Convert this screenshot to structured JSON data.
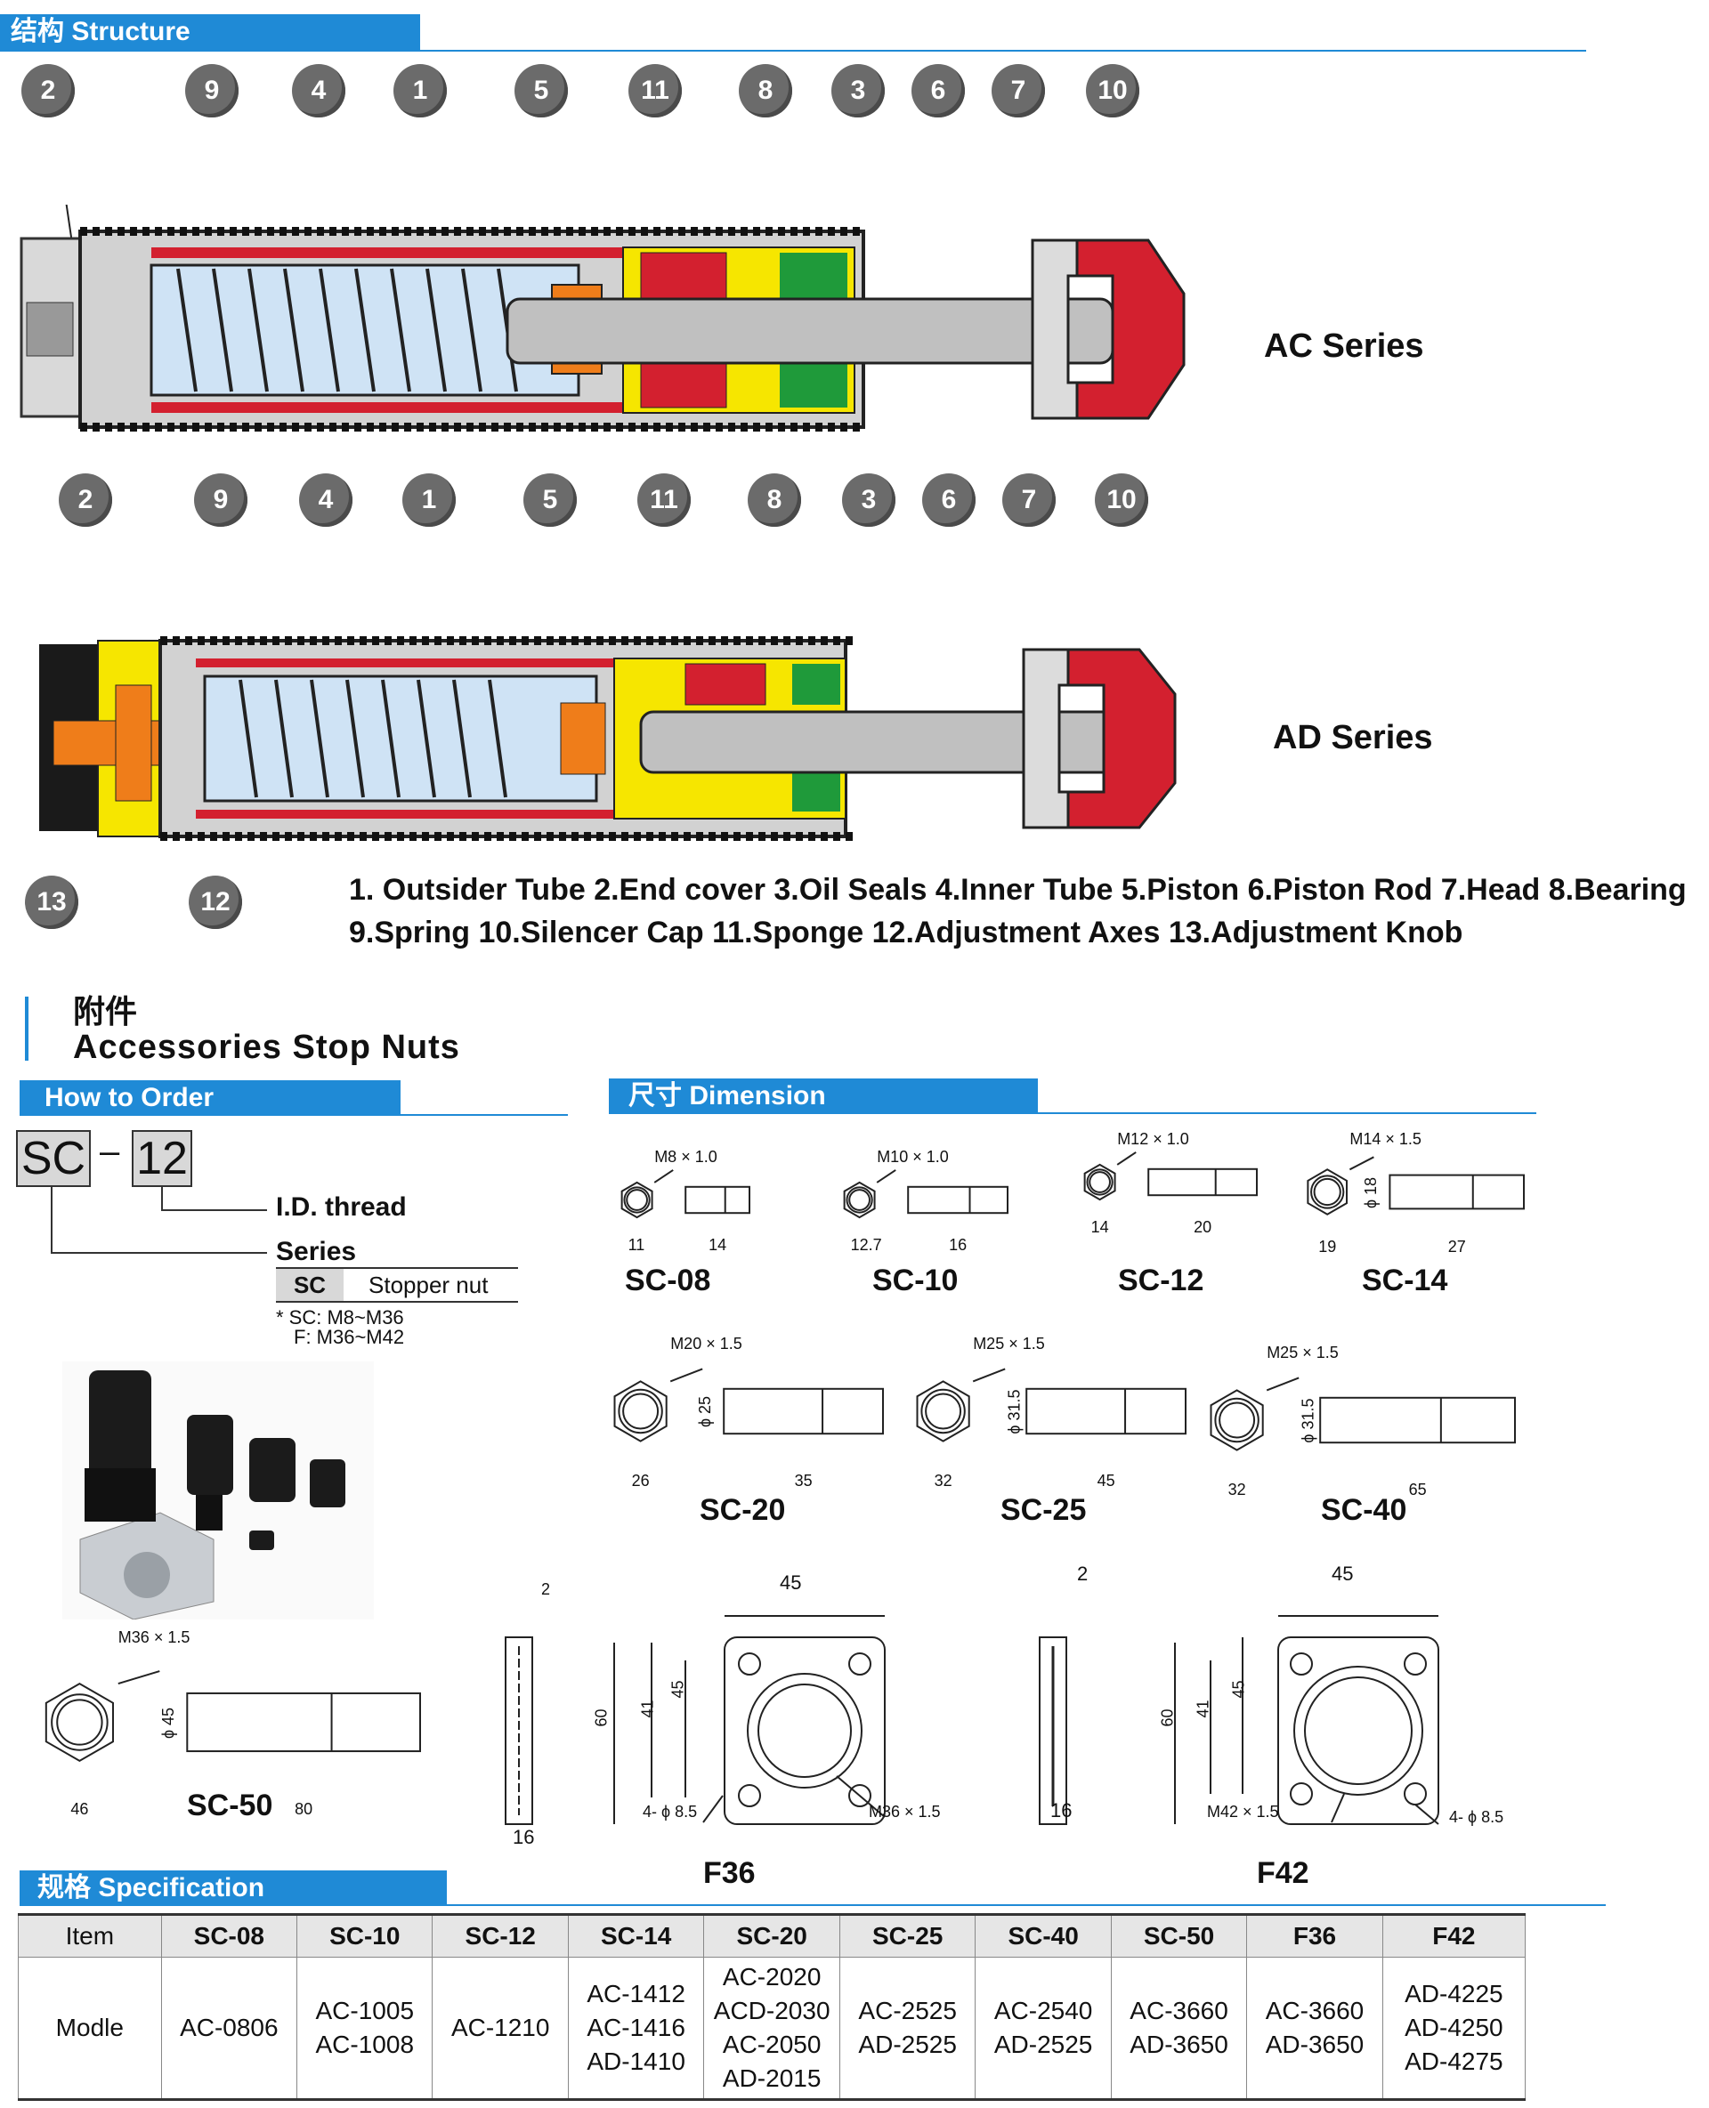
{
  "structure": {
    "banner": "结构 Structure",
    "ac_series": "AC Series",
    "ad_series": "AD Series",
    "ac_callouts": [
      "2",
      "9",
      "4",
      "1",
      "5",
      "11",
      "8",
      "3",
      "6",
      "7",
      "10"
    ],
    "ad_callouts": [
      "2",
      "9",
      "4",
      "1",
      "5",
      "11",
      "8",
      "3",
      "6",
      "7",
      "10"
    ],
    "ad_bottom_callouts": [
      "13",
      "12"
    ],
    "legend_line1": "1. Outsider Tube 2.End cover 3.Oil Seals 4.Inner Tube 5.Piston 6.Piston Rod 7.Head 8.Bearing",
    "legend_line2": "9.Spring 10.Silencer Cap 11.Sponge 12.Adjustment Axes 13.Adjustment Knob",
    "colors": {
      "red": "#d3202f",
      "yellow": "#f6e600",
      "orange": "#ef7d1a",
      "blue_fill": "#cfe3f5",
      "gray": "#c8c8c8",
      "green": "#1f9a3a"
    }
  },
  "accessories": {
    "title_cn": "附件",
    "title_en": "Accessories Stop Nuts"
  },
  "order": {
    "banner": "How to Order",
    "box1": "SC",
    "dash": "–",
    "box2": "12",
    "label_thread": "I.D. thread",
    "label_series": "Series",
    "series_code": "SC",
    "series_desc": "Stopper nut",
    "note1": "* SC: M8~M36",
    "note2": "F: M36~M42"
  },
  "dimension": {
    "banner": "尺寸 Dimension",
    "items": [
      {
        "name": "SC-08",
        "thread": "M8 × 1.0",
        "a": "11",
        "b": "14"
      },
      {
        "name": "SC-10",
        "thread": "M10 × 1.0",
        "a": "12.7",
        "b": "16"
      },
      {
        "name": "SC-12",
        "thread": "M12 × 1.0",
        "a": "14",
        "b": "20"
      },
      {
        "name": "SC-14",
        "thread": "M14 × 1.5",
        "a": "19",
        "b": "27",
        "d": "ϕ 18"
      },
      {
        "name": "SC-20",
        "thread": "M20 × 1.5",
        "a": "26",
        "b": "35",
        "d": "ϕ 25"
      },
      {
        "name": "SC-25",
        "thread": "M25 × 1.5",
        "a": "32",
        "b": "45",
        "d": "ϕ 31.5"
      },
      {
        "name": "SC-40",
        "thread": "M25 × 1.5",
        "a": "32",
        "b": "65",
        "d": "ϕ 31.5"
      },
      {
        "name": "SC-50",
        "thread": "M36 × 1.5",
        "a": "46",
        "b": "80",
        "d": "ϕ 45"
      }
    ],
    "f36": {
      "name": "F36",
      "t": "2",
      "w": "16",
      "top": "45",
      "h60": "60",
      "h41": "41",
      "h45": "45",
      "holes": "4- ϕ 8.5",
      "thread": "M36 × 1.5"
    },
    "f42": {
      "name": "F42",
      "t": "2",
      "w": "16",
      "top": "45",
      "h60": "60",
      "h41": "41",
      "h45": "45",
      "holes": "4- ϕ 8.5",
      "thread": "M42 × 1.5"
    }
  },
  "spec": {
    "banner": "规格 Specification",
    "headers": [
      "Item",
      "SC-08",
      "SC-10",
      "SC-12",
      "SC-14",
      "SC-20",
      "SC-25",
      "SC-40",
      "SC-50",
      "F36",
      "F42"
    ],
    "row_label": "Modle",
    "cells": [
      [
        "AC-0806"
      ],
      [
        "AC-1005",
        "AC-1008"
      ],
      [
        "AC-1210"
      ],
      [
        "AC-1412",
        "AC-1416",
        "AD-1410"
      ],
      [
        "AC-2020",
        "ACD-2030",
        "AC-2050",
        "AD-2015"
      ],
      [
        "AC-2525",
        "AD-2525"
      ],
      [
        "AC-2540",
        "AD-2525"
      ],
      [
        "AC-3660",
        "AD-3650"
      ],
      [
        "AC-3660",
        "AD-3650"
      ],
      [
        "AD-4225",
        "AD-4250",
        "AD-4275"
      ]
    ]
  }
}
